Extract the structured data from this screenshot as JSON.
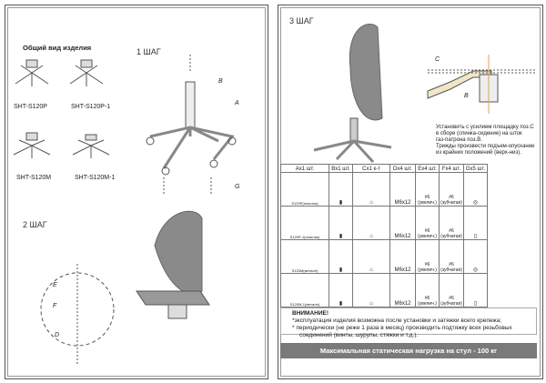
{
  "left_page": {
    "overview_title": "Общий вид изделия",
    "models": [
      "SHT-S120P",
      "SHT-S120P-1",
      "SHT-S120M",
      "SHT-S120M-1"
    ],
    "step1": "1 ШАГ",
    "step2": "2 ШАГ",
    "labels": {
      "a": "A",
      "b": "B",
      "g": "G",
      "e": "E",
      "f": "F",
      "d": "D"
    }
  },
  "right_page": {
    "step3": "3 ШАГ",
    "labels": {
      "c": "C",
      "b": "B"
    },
    "instruction": [
      "Установить с усилием площадку поз.С",
      "в сборе (спинка-сидение) на шток",
      "газ-патрона поз.В.",
      "Трижды произвести подъем-опускание",
      "из крайних положений (верх-низ)."
    ],
    "table": {
      "headers": [
        "Ax1 шт.",
        "Bx1 шт.",
        "Cx1 к-т",
        "Dx4 шт.",
        "Ex4 шт.",
        "Fx4 шт.",
        "Gx5 шт."
      ],
      "rows": [
        {
          "a": "S120P(пластик)",
          "d": "M6x12",
          "e": "#6 (увелич.)",
          "f": "#6 (зубчатая)"
        },
        {
          "a": "S120P-1(пластик)",
          "d": "M6x12",
          "e": "#6 (увелич.)",
          "f": "#6 (зубчатая)"
        },
        {
          "a": "S120M(металл)",
          "d": "M6x12",
          "e": "#6 (увелич.)",
          "f": "#6 (зубчатая)"
        },
        {
          "a": "S120M-1(металл)",
          "d": "M6x12",
          "e": "#6 (увелич.)",
          "f": "#6 (зубчатая)"
        }
      ]
    },
    "notice_title": "ВНИМАНИЕ!",
    "notice_lines": [
      "*эксплуатация изделия возможна после установки и затяжки всего крепежа;",
      "* периодически (не реже 1 раза в месяц) производить подтяжку всех резьбовых",
      "  соединений (винты, шурупы, стяжки и т.д.)."
    ],
    "max_load": "Максимальная статическая нагрузка на стул - 100 кг"
  }
}
